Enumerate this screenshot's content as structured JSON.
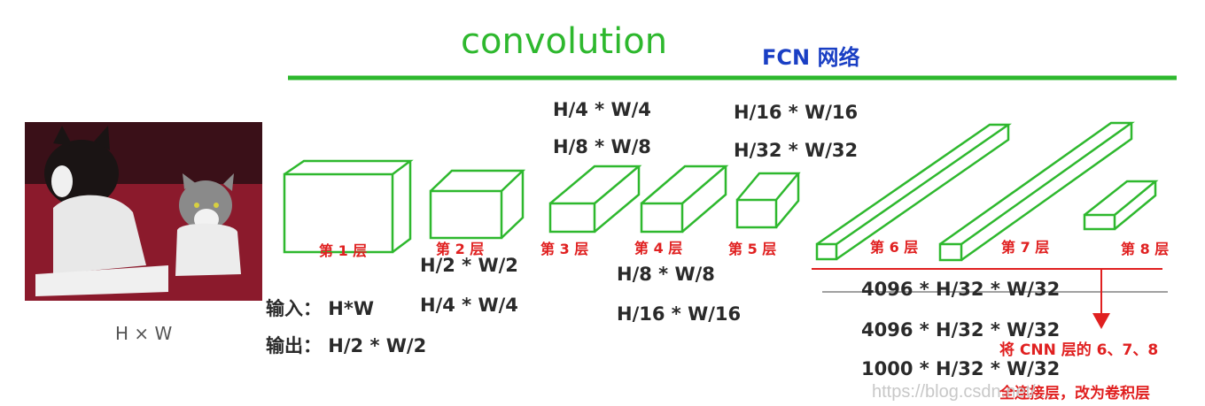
{
  "title": "convolution",
  "subtitle": "FCN 网络",
  "image_caption": "H × W",
  "image_description_icon": "dog-and-cat-photo",
  "layers": [
    "第 1 层",
    "第 2 层",
    "第 3 层",
    "第 4 层",
    "第 5 层",
    "第 6 层",
    "第 7 层",
    "第 8 层"
  ],
  "input_label": "输入：  H*W",
  "output_label": "输出：  H/2 * W/2",
  "dims": {
    "l2_a": "H/2 * W/2",
    "l2_b": "H/4 * W/4",
    "top_a": "H/4 * W/4",
    "top_b": "H/8 * W/8",
    "mid_a": "H/8 * W/8",
    "mid_b": "H/16 * W/16",
    "right_a": "H/16 * W/16",
    "right_b": "H/32 * W/32"
  },
  "fc_outputs": [
    "4096 * H/32 * W/32",
    "4096 * H/32 * W/32",
    "1000 * H/32 * W/32"
  ],
  "note_line1": "将 CNN 层的 6、7、8",
  "note_line2": "全连接层，改为卷积层",
  "watermark": "https://blog.csdn.net/...",
  "colors": {
    "green": "#2eb82e",
    "red": "#e02020",
    "blue": "#1a3fc4",
    "photo_bg": "#8b1a2c"
  }
}
